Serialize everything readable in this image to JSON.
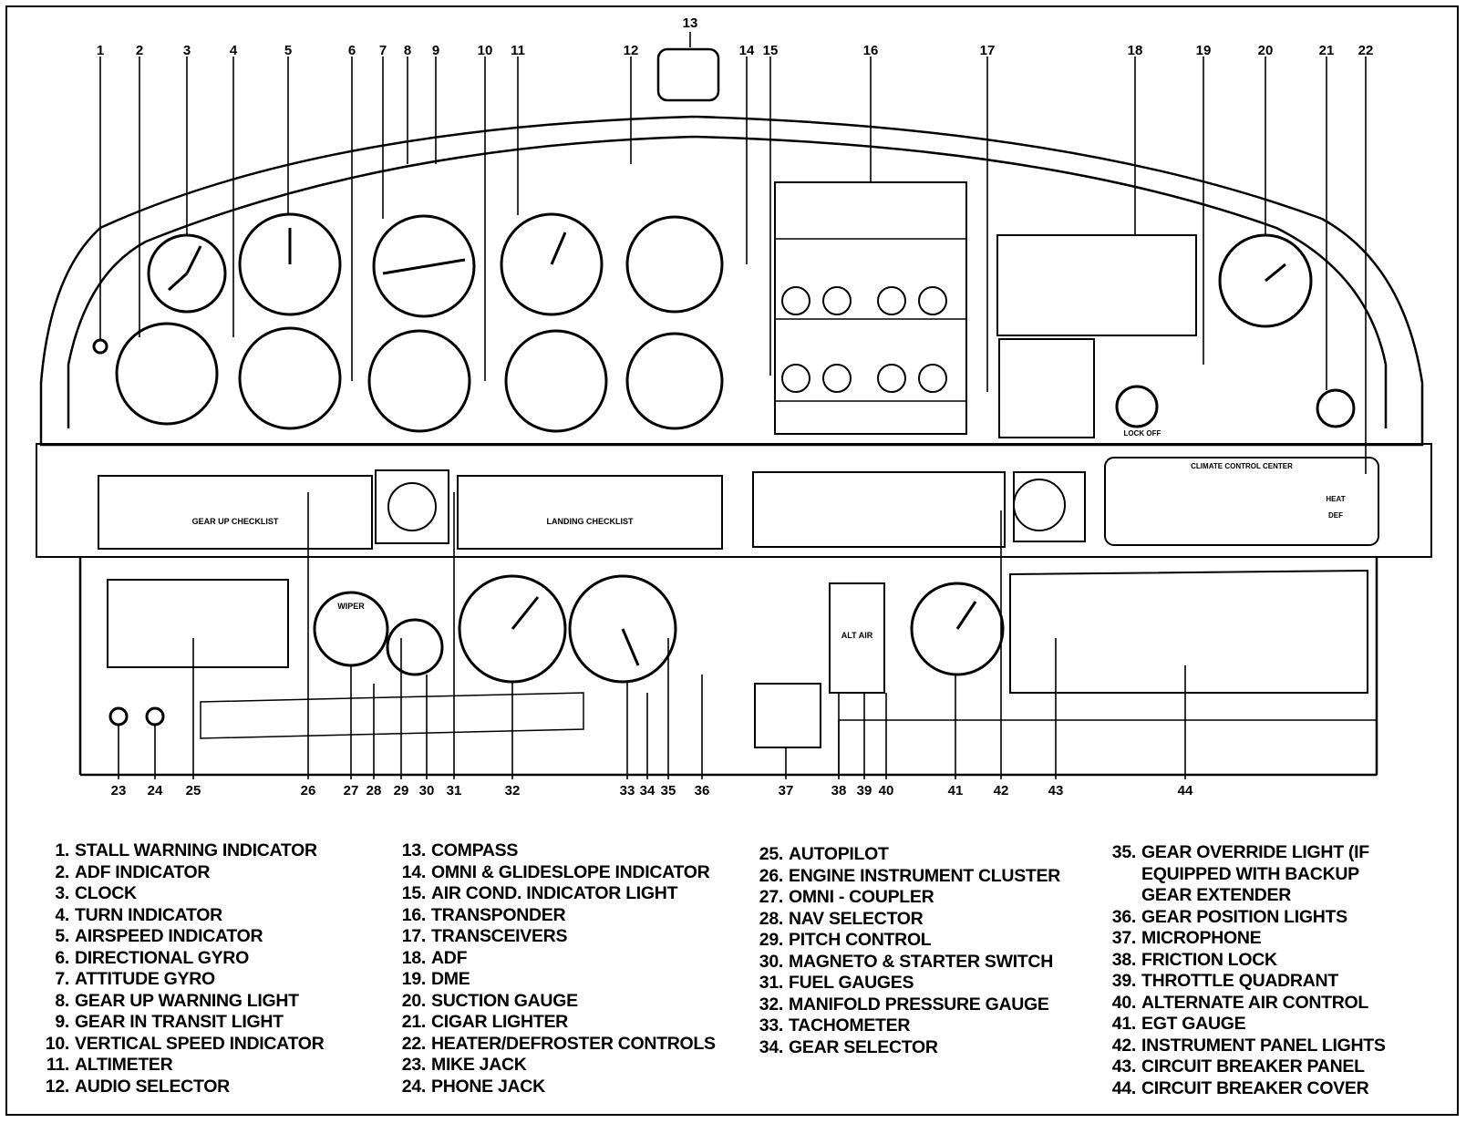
{
  "callouts": [
    "1",
    "2",
    "3",
    "4",
    "5",
    "6",
    "7",
    "8",
    "9",
    "10",
    "11",
    "12",
    "13",
    "14",
    "15",
    "16",
    "17",
    "18",
    "19",
    "20",
    "21",
    "22",
    "23",
    "24",
    "25",
    "26",
    "27",
    "28",
    "29",
    "30",
    "31",
    "32",
    "33",
    "34",
    "35",
    "36",
    "37",
    "38",
    "39",
    "40",
    "41",
    "42",
    "43",
    "44"
  ],
  "panel_text": {
    "gear_up_checklist": "GEAR UP CHECKLIST",
    "landing_checklist": "LANDING CHECKLIST",
    "climate_control": "CLIMATE CONTROL CENTER",
    "wiper": "WIPER",
    "alt_air": "ALT AIR",
    "lock_off": "LOCK OFF",
    "heat": "HEAT",
    "def": "DEF"
  },
  "legend": {
    "col1": [
      {
        "num": "1.",
        "text": "STALL WARNING INDICATOR"
      },
      {
        "num": "2.",
        "text": "ADF INDICATOR"
      },
      {
        "num": "3.",
        "text": "CLOCK"
      },
      {
        "num": "4.",
        "text": "TURN INDICATOR"
      },
      {
        "num": "5.",
        "text": "AIRSPEED INDICATOR"
      },
      {
        "num": "6.",
        "text": "DIRECTIONAL GYRO"
      },
      {
        "num": "7.",
        "text": "ATTITUDE GYRO"
      },
      {
        "num": "8.",
        "text": "GEAR UP WARNING LIGHT"
      },
      {
        "num": "9.",
        "text": "GEAR IN TRANSIT LIGHT"
      },
      {
        "num": "10.",
        "text": "VERTICAL SPEED INDICATOR"
      },
      {
        "num": "11.",
        "text": "ALTIMETER"
      },
      {
        "num": "12.",
        "text": "AUDIO SELECTOR"
      }
    ],
    "col2": [
      {
        "num": "13.",
        "text": "COMPASS"
      },
      {
        "num": "14.",
        "text": "OMNI & GLIDESLOPE INDICATOR"
      },
      {
        "num": "15.",
        "text": "AIR COND. INDICATOR LIGHT"
      },
      {
        "num": "16.",
        "text": "TRANSPONDER"
      },
      {
        "num": "17.",
        "text": "TRANSCEIVERS"
      },
      {
        "num": "18.",
        "text": "ADF"
      },
      {
        "num": "19.",
        "text": "DME"
      },
      {
        "num": "20.",
        "text": "SUCTION GAUGE"
      },
      {
        "num": "21.",
        "text": "CIGAR LIGHTER"
      },
      {
        "num": "22.",
        "text": "HEATER/DEFROSTER CONTROLS"
      },
      {
        "num": "23.",
        "text": "MIKE JACK"
      },
      {
        "num": "24.",
        "text": "PHONE JACK"
      }
    ],
    "col3": [
      {
        "num": "25.",
        "text": "AUTOPILOT"
      },
      {
        "num": "26.",
        "text": "ENGINE INSTRUMENT CLUSTER"
      },
      {
        "num": "27.",
        "text": "OMNI - COUPLER"
      },
      {
        "num": "28.",
        "text": "NAV SELECTOR"
      },
      {
        "num": "29.",
        "text": "PITCH CONTROL"
      },
      {
        "num": "30.",
        "text": "MAGNETO & STARTER SWITCH"
      },
      {
        "num": "31.",
        "text": "FUEL GAUGES"
      },
      {
        "num": "32.",
        "text": "MANIFOLD PRESSURE GAUGE"
      },
      {
        "num": "33.",
        "text": "TACHOMETER"
      },
      {
        "num": "34.",
        "text": "GEAR SELECTOR"
      }
    ],
    "col4": [
      {
        "num": "35.",
        "text": "GEAR OVERRIDE LIGHT (IF"
      },
      {
        "num": "",
        "text": "EQUIPPED WITH BACKUP"
      },
      {
        "num": "",
        "text": "GEAR EXTENDER"
      },
      {
        "num": "36.",
        "text": "GEAR POSITION LIGHTS"
      },
      {
        "num": "37.",
        "text": "MICROPHONE"
      },
      {
        "num": "38.",
        "text": "FRICTION LOCK"
      },
      {
        "num": "39.",
        "text": "THROTTLE QUADRANT"
      },
      {
        "num": "40.",
        "text": "ALTERNATE AIR CONTROL"
      },
      {
        "num": "41.",
        "text": "EGT GAUGE"
      },
      {
        "num": "42.",
        "text": "INSTRUMENT PANEL LIGHTS"
      },
      {
        "num": "43.",
        "text": "CIRCUIT BREAKER PANEL"
      },
      {
        "num": "44.",
        "text": "CIRCUIT BREAKER COVER"
      }
    ]
  }
}
